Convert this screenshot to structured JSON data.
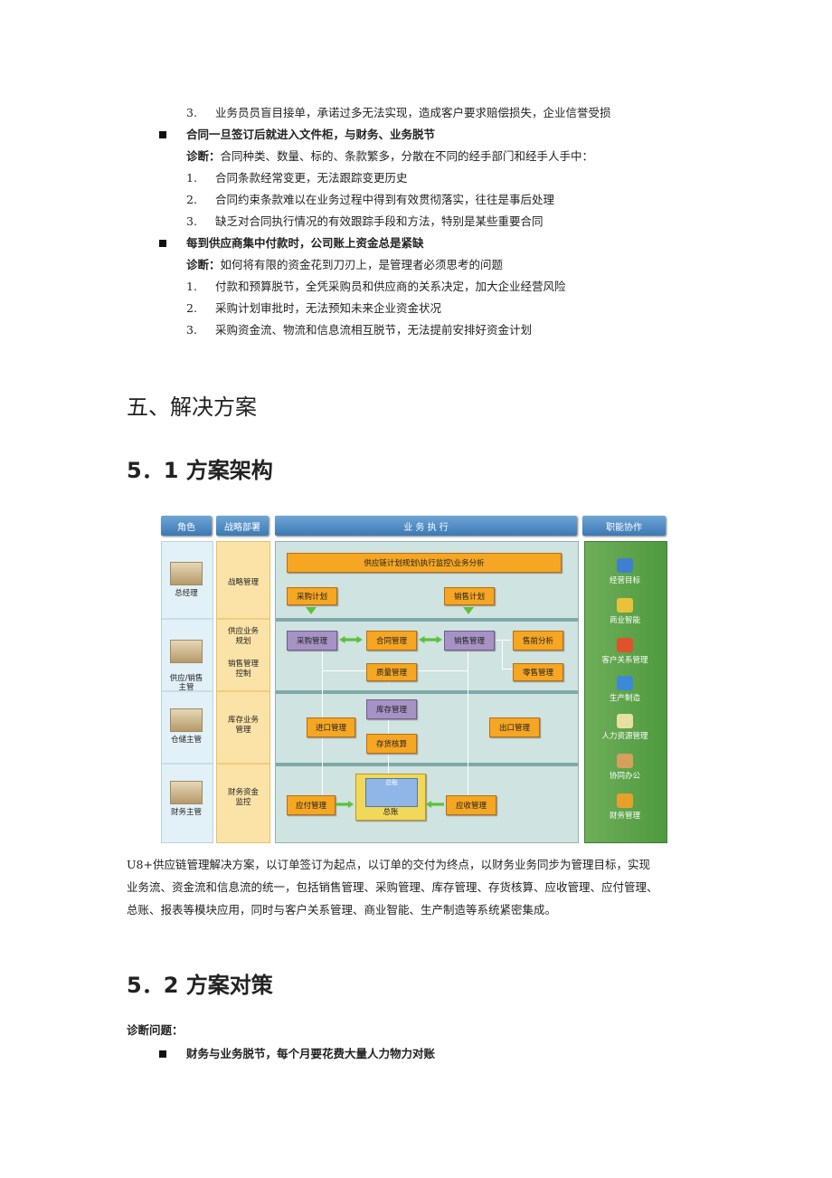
{
  "top_list": [
    {
      "num": "3.",
      "text": "业务员员盲目接单，承诺过多无法实现，造成客户要求赔偿损失，企业信誉受损"
    }
  ],
  "bullet1": {
    "title": "合同一旦签订后就进入文件柜，与财务、业务脱节",
    "diag_label": "诊断：",
    "diag_text": "合同种类、数量、标的、条款繁多，分散在不同的经手部门和经手人手中：",
    "items": [
      {
        "num": "1.",
        "text": "合同条款经常变更，无法跟踪变更历史"
      },
      {
        "num": "2.",
        "text": "合同约束条款难以在业务过程中得到有效贯彻落实，往往是事后处理"
      },
      {
        "num": "3.",
        "text": "缺乏对合同执行情况的有效跟踪手段和方法，特别是某些重要合同"
      }
    ]
  },
  "bullet2": {
    "title": "每到供应商集中付款时，公司账上资金总是紧缺",
    "diag_label": "诊断：",
    "diag_text": "如何将有限的资金花到刀刃上，是管理者必须思考的问题",
    "items": [
      {
        "num": "1.",
        "text": "付款和预算脱节，全凭采购员和供应商的关系决定，加大企业经营风险"
      },
      {
        "num": "2.",
        "text": "采购计划审批时，无法预知未来企业资金状况"
      },
      {
        "num": "3.",
        "text": "采购资金流、物流和信息流相互脱节，无法提前安排好资金计划"
      }
    ]
  },
  "section5": {
    "title": "五、解决方案"
  },
  "sub51": {
    "title": "5．1 方案架构"
  },
  "diagram": {
    "headers": {
      "role": "角色",
      "strategy": "战略部署",
      "exec": "业  务  执  行",
      "func": "职能协作"
    },
    "roles": [
      "总经理",
      "供应/销售\n主管",
      "仓储主管",
      "财务主管"
    ],
    "strategies": [
      "战略管理",
      "供应业务\n规划",
      "销售管理\n控制",
      "库存业务\n管理",
      "财务资金\n监控"
    ],
    "boxes": {
      "top": "供应链计划规划\\执行监控\\业务分析",
      "purchase_plan": "采购计划",
      "sales_plan": "销售计划",
      "purchase_mgmt": "采购管理",
      "contract_mgmt": "合同管理",
      "sales_mgmt": "销售管理",
      "presale": "售前分析",
      "quality": "质量管理",
      "retail": "零售管理",
      "inventory_mgmt": "库存管理",
      "import": "进口管理",
      "export": "出口管理",
      "inventory_acct": "存货核算",
      "gl_top": "总账",
      "gl": "总账",
      "payable": "应付管理",
      "receivable": "应收管理"
    },
    "functions": [
      "经营目标",
      "商业智能",
      "客户关系管理",
      "生产制造",
      "人力资源管理",
      "协同办公",
      "财务管理"
    ],
    "function_colors": [
      "#3f7fd0",
      "#e8c23a",
      "#e0522a",
      "#3a8ad8",
      "#e8e0a0",
      "#d4a05a",
      "#e8a02a"
    ]
  },
  "paragraph": {
    "lines": [
      "U8+供应链管理解决方案，以订单签订为起点，以订单的交付为终点，以财务业务同步为管理目标，实现",
      "业务流、资金流和信息流的统一，包括销售管理、采购管理、库存管理、存货核算、应收管理、应付管理、",
      "总账、报表等模块应用，同时与客户关系管理、商业智能、生产制造等系统紧密集成。"
    ]
  },
  "sub52": {
    "title": "5．2 方案对策"
  },
  "diag_issue": {
    "label": "诊断问题："
  },
  "bullet3": {
    "title": "财务与业务脱节，每个月要花费大量人力物力对账"
  }
}
